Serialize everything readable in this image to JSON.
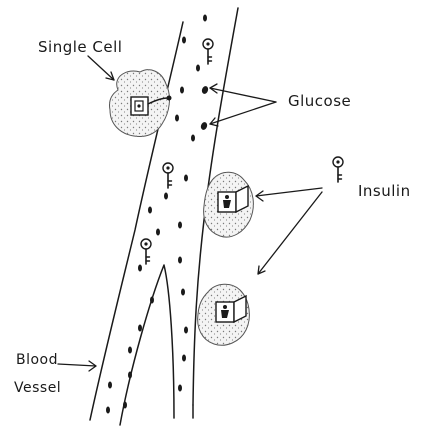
{
  "labels": {
    "single_cell": "Single Cell",
    "glucose": "Glucose",
    "insulin": "Insulin",
    "blood": "Blood",
    "vessel": "Vessel"
  },
  "colors": {
    "ink": "#1a1a1a",
    "cell_fill": "#f4f4f4",
    "speckle": "#7a7a7a",
    "background": "#ffffff"
  },
  "icons": {
    "insulin": "key-icon",
    "receptor": "door-receptor-icon",
    "glucose": "oval-dot-icon"
  }
}
